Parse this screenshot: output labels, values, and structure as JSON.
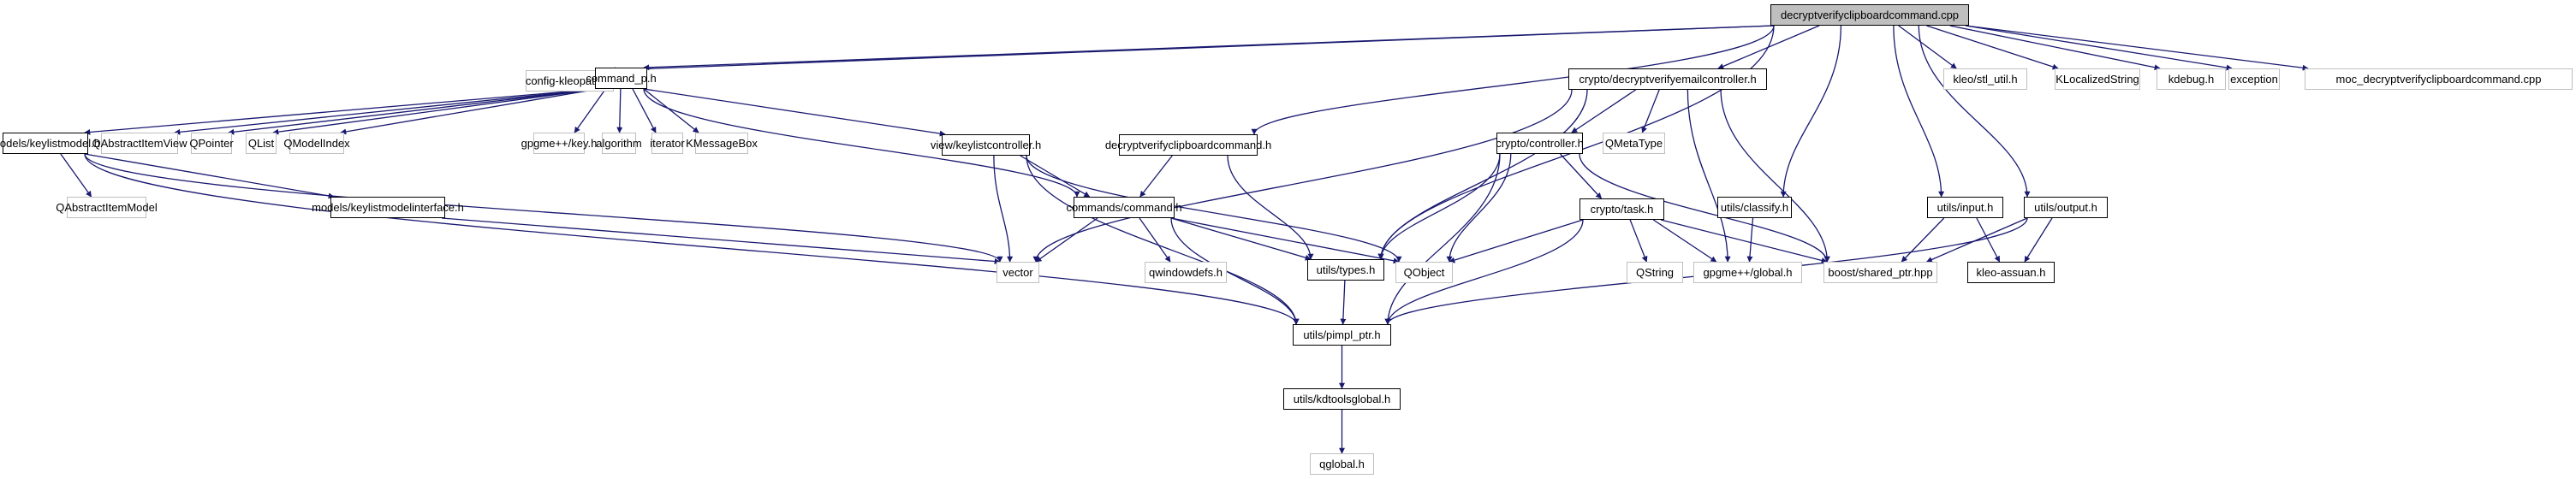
{
  "diagram": {
    "type": "include-dependency-graph",
    "root": "decryptverifyclipboardcommand.cpp",
    "colors": {
      "edge": "#191970",
      "documented_border": "#000000",
      "external_border": "#bfbfbf",
      "root_fill": "#bfbfbf"
    },
    "nodes": [
      {
        "id": "root",
        "label": "decryptverifyclipboardcommand.cpp",
        "kind": "root"
      },
      {
        "id": "config",
        "label": "config-kleopatra.h",
        "kind": "ext"
      },
      {
        "id": "command_p",
        "label": "command_p.h",
        "kind": "doc"
      },
      {
        "id": "dvemail",
        "label": "crypto/decryptverifyemailcontroller.h",
        "kind": "doc"
      },
      {
        "id": "stl_util",
        "label": "kleo/stl_util.h",
        "kind": "ext"
      },
      {
        "id": "klocalized",
        "label": "KLocalizedString",
        "kind": "ext"
      },
      {
        "id": "kdebug",
        "label": "kdebug.h",
        "kind": "ext"
      },
      {
        "id": "exception",
        "label": "exception",
        "kind": "ext"
      },
      {
        "id": "moc",
        "label": "moc_decryptverifyclipboardcommand.cpp",
        "kind": "ext"
      },
      {
        "id": "keylistmodel",
        "label": "models/keylistmodel.h",
        "kind": "doc"
      },
      {
        "id": "qaiv",
        "label": "QAbstractItemView",
        "kind": "ext"
      },
      {
        "id": "qpointer",
        "label": "QPointer",
        "kind": "ext"
      },
      {
        "id": "qlist",
        "label": "QList",
        "kind": "ext"
      },
      {
        "id": "qmodelindex",
        "label": "QModelIndex",
        "kind": "ext"
      },
      {
        "id": "gpgkey",
        "label": "gpgme++/key.h",
        "kind": "ext"
      },
      {
        "id": "algorithm",
        "label": "algorithm",
        "kind": "ext"
      },
      {
        "id": "iterator",
        "label": "iterator",
        "kind": "ext"
      },
      {
        "id": "kmessagebox",
        "label": "KMessageBox",
        "kind": "ext"
      },
      {
        "id": "keylistctrl",
        "label": "view/keylistcontroller.h",
        "kind": "doc"
      },
      {
        "id": "dvcch",
        "label": "decryptverifyclipboardcommand.h",
        "kind": "doc"
      },
      {
        "id": "controller",
        "label": "crypto/controller.h",
        "kind": "doc"
      },
      {
        "id": "qmetatype",
        "label": "QMetaType",
        "kind": "ext"
      },
      {
        "id": "classify",
        "label": "utils/classify.h",
        "kind": "doc"
      },
      {
        "id": "input",
        "label": "utils/input.h",
        "kind": "doc"
      },
      {
        "id": "output",
        "label": "utils/output.h",
        "kind": "doc"
      },
      {
        "id": "qaim",
        "label": "QAbstractItemModel",
        "kind": "ext"
      },
      {
        "id": "kmi",
        "label": "models/keylistmodelinterface.h",
        "kind": "doc"
      },
      {
        "id": "command",
        "label": "commands/command.h",
        "kind": "doc"
      },
      {
        "id": "task",
        "label": "crypto/task.h",
        "kind": "doc"
      },
      {
        "id": "vector",
        "label": "vector",
        "kind": "ext"
      },
      {
        "id": "qwindowdefs",
        "label": "qwindowdefs.h",
        "kind": "ext"
      },
      {
        "id": "types",
        "label": "utils/types.h",
        "kind": "doc"
      },
      {
        "id": "qobject",
        "label": "QObject",
        "kind": "ext"
      },
      {
        "id": "qstring",
        "label": "QString",
        "kind": "ext"
      },
      {
        "id": "gpgglobal",
        "label": "gpgme++/global.h",
        "kind": "ext"
      },
      {
        "id": "sharedptr",
        "label": "boost/shared_ptr.hpp",
        "kind": "ext"
      },
      {
        "id": "assuan",
        "label": "kleo-assuan.h",
        "kind": "doc"
      },
      {
        "id": "pimpl",
        "label": "utils/pimpl_ptr.h",
        "kind": "doc"
      },
      {
        "id": "kdtools",
        "label": "utils/kdtoolsglobal.h",
        "kind": "doc"
      },
      {
        "id": "qglobal",
        "label": "qglobal.h",
        "kind": "ext"
      }
    ],
    "edges": [
      [
        "root",
        "config"
      ],
      [
        "root",
        "command_p"
      ],
      [
        "root",
        "dvemail"
      ],
      [
        "root",
        "stl_util"
      ],
      [
        "root",
        "klocalized"
      ],
      [
        "root",
        "kdebug"
      ],
      [
        "root",
        "exception"
      ],
      [
        "root",
        "moc"
      ],
      [
        "root",
        "dvcch"
      ],
      [
        "root",
        "classify"
      ],
      [
        "root",
        "input"
      ],
      [
        "root",
        "output"
      ],
      [
        "root",
        "types"
      ],
      [
        "command_p",
        "keylistmodel"
      ],
      [
        "command_p",
        "qaiv"
      ],
      [
        "command_p",
        "qpointer"
      ],
      [
        "command_p",
        "qlist"
      ],
      [
        "command_p",
        "qmodelindex"
      ],
      [
        "command_p",
        "gpgkey"
      ],
      [
        "command_p",
        "algorithm"
      ],
      [
        "command_p",
        "iterator"
      ],
      [
        "command_p",
        "kmessagebox"
      ],
      [
        "command_p",
        "keylistctrl"
      ],
      [
        "command_p",
        "command"
      ],
      [
        "keylistmodel",
        "qaim"
      ],
      [
        "keylistmodel",
        "kmi"
      ],
      [
        "keylistmodel",
        "vector"
      ],
      [
        "keylistmodel",
        "pimpl"
      ],
      [
        "kmi",
        "vector"
      ],
      [
        "keylistctrl",
        "command"
      ],
      [
        "keylistctrl",
        "vector"
      ],
      [
        "keylistctrl",
        "qobject"
      ],
      [
        "keylistctrl",
        "pimpl"
      ],
      [
        "dvcch",
        "command"
      ],
      [
        "dvcch",
        "types"
      ],
      [
        "dvemail",
        "controller"
      ],
      [
        "dvemail",
        "qmetatype"
      ],
      [
        "dvemail",
        "vector"
      ],
      [
        "dvemail",
        "types"
      ],
      [
        "dvemail",
        "gpgglobal"
      ],
      [
        "dvemail",
        "sharedptr"
      ],
      [
        "controller",
        "task"
      ],
      [
        "controller",
        "types"
      ],
      [
        "controller",
        "qobject"
      ],
      [
        "controller",
        "pimpl"
      ],
      [
        "controller",
        "sharedptr"
      ],
      [
        "task",
        "qobject"
      ],
      [
        "task",
        "qstring"
      ],
      [
        "task",
        "gpgglobal"
      ],
      [
        "task",
        "sharedptr"
      ],
      [
        "task",
        "pimpl"
      ],
      [
        "command",
        "vector"
      ],
      [
        "command",
        "qwindowdefs"
      ],
      [
        "command",
        "types"
      ],
      [
        "command",
        "qobject"
      ],
      [
        "command",
        "pimpl"
      ],
      [
        "classify",
        "gpgglobal"
      ],
      [
        "input",
        "sharedptr"
      ],
      [
        "input",
        "assuan"
      ],
      [
        "output",
        "sharedptr"
      ],
      [
        "output",
        "assuan"
      ],
      [
        "output",
        "pimpl"
      ],
      [
        "types",
        "pimpl"
      ],
      [
        "pimpl",
        "kdtools"
      ],
      [
        "kdtools",
        "qglobal"
      ]
    ]
  }
}
